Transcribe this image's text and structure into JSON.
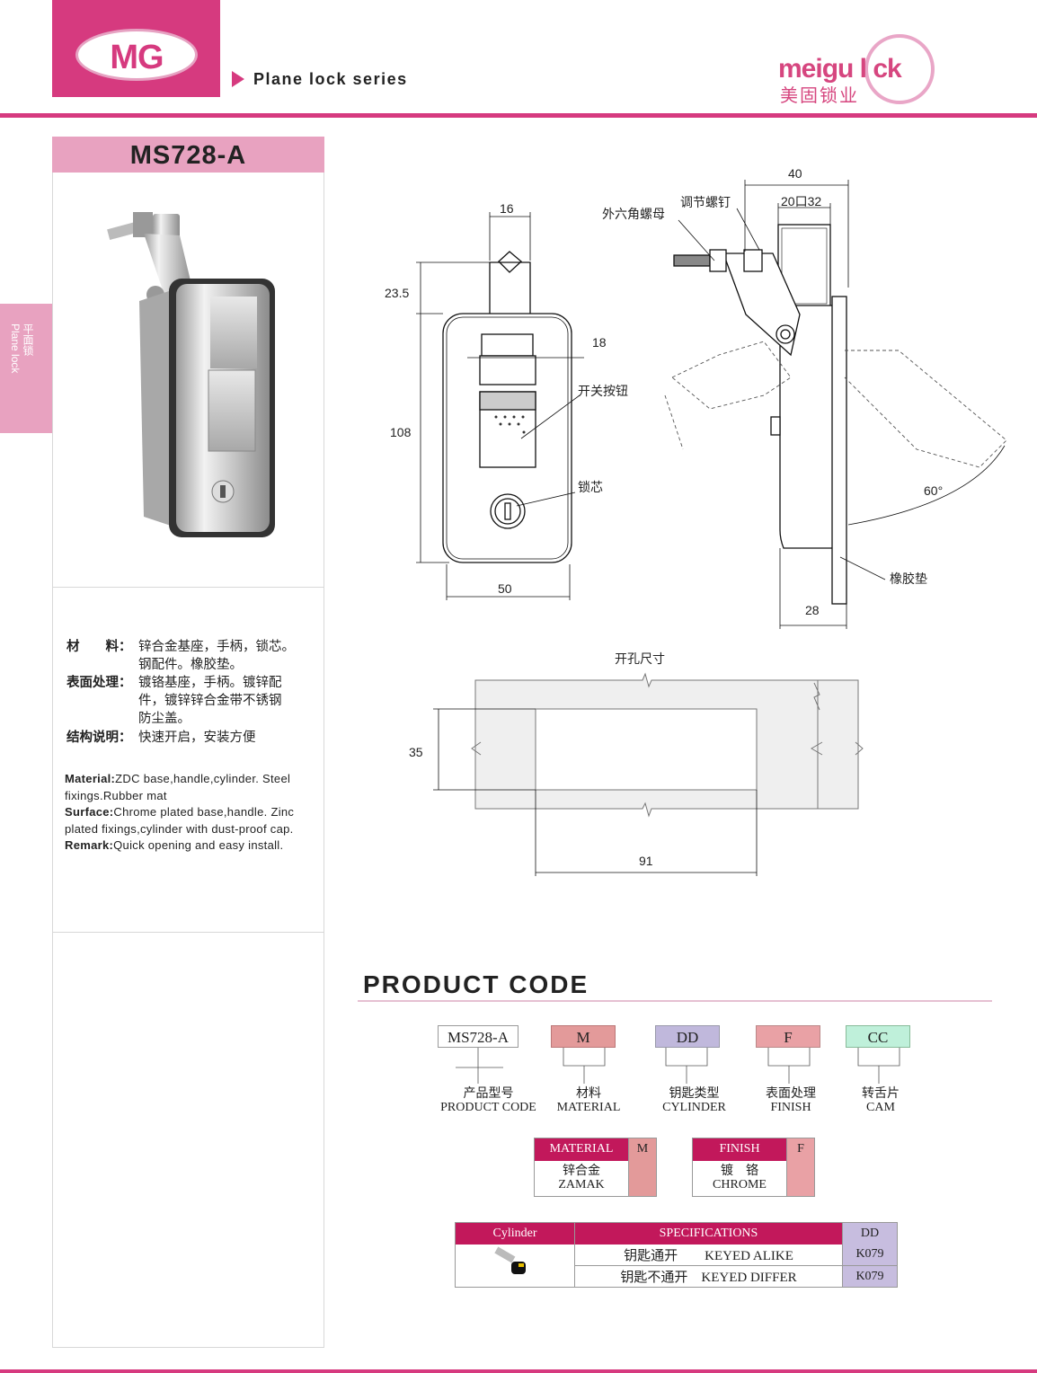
{
  "header": {
    "logo_text": "MG",
    "series": "Plane lock series",
    "brand": "meigu l ck",
    "brand_cn": "美固锁业"
  },
  "side_tab": {
    "cn": "平面锁",
    "en": "Plane lock"
  },
  "model": "MS728-A",
  "specs_cn": [
    {
      "label": "材　　料：",
      "text": "锌合金基座，手柄，锁芯。"
    },
    {
      "label": "",
      "text": "钢配件。橡胶垫。"
    },
    {
      "label": "表面处理：",
      "text": "镀铬基座，手柄。镀锌配"
    },
    {
      "label": "",
      "text": "件，镀锌锌合金带不锈钢"
    },
    {
      "label": "",
      "text": "防尘盖。"
    },
    {
      "label": "结构说明：",
      "text": "快速开启，安装方便"
    }
  ],
  "specs_en": {
    "material_label": "Material:",
    "material_text": "ZDC base,handle,cylinder. Steel fixings.Rubber mat",
    "surface_label": "Surface:",
    "surface_text": "Chrome plated base,handle. Zinc plated fixings,cylinder with dust-proof cap.",
    "remark_label": "Remark:",
    "remark_text": "Quick opening and easy install."
  },
  "drawing": {
    "front": {
      "d16": "16",
      "d23_5": "23.5",
      "d18": "18",
      "d108": "108",
      "d50": "50",
      "switch_btn": "开关按钮",
      "core": "锁芯"
    },
    "side": {
      "d40": "40",
      "d20_32": "20口32",
      "hex_nut": "外六角螺母",
      "adj_screw": "调节螺钉",
      "angle": "60°",
      "rubber": "橡胶垫",
      "d28": "28"
    },
    "cutout": {
      "title": "开孔尺寸",
      "d35": "35",
      "d91": "91"
    }
  },
  "product_code": {
    "title": "PRODUCT CODE",
    "boxes": [
      {
        "code": "MS728-A",
        "cn": "产品型号",
        "en": "PRODUCT CODE",
        "color": "#ffffff"
      },
      {
        "code": "M",
        "cn": "材料",
        "en": "MATERIAL",
        "color": "#e39a9a"
      },
      {
        "code": "DD",
        "cn": "钥匙类型",
        "en": "CYLINDER",
        "color": "#c0b8dc"
      },
      {
        "code": "F",
        "cn": "表面处理",
        "en": "FINISH",
        "color": "#e9a1a5"
      },
      {
        "code": "CC",
        "cn": "转舌片",
        "en": "CAM",
        "color": "#bff0da"
      }
    ],
    "material_table": {
      "head": "MATERIAL",
      "code": "M",
      "cn": "锌合金",
      "en": "ZAMAK"
    },
    "finish_table": {
      "head": "FINISH",
      "code": "F",
      "cn": "镀　铬",
      "en": "CHROME"
    },
    "cylinder_table": {
      "col1": "Cylinder",
      "col2": "SPECIFICATIONS",
      "col3": "DD",
      "rows": [
        {
          "cn": "钥匙通开",
          "en": "KEYED ALIKE",
          "code": "K079"
        },
        {
          "cn": "钥匙不通开",
          "en": "KEYED DIFFER",
          "code": "K079"
        }
      ]
    }
  },
  "colors": {
    "brand": "#d63a7f",
    "pink_light": "#e8a2c0",
    "table_head": "#c2185b",
    "code_cell": "#c7bddf"
  }
}
